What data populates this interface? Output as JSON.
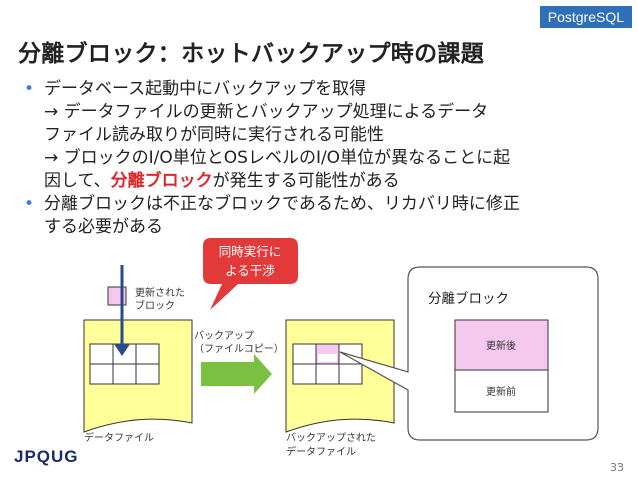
{
  "tag": "PostgreSQL",
  "title": "分離ブロック：ホットバックアップ時の課題",
  "bullets": {
    "b1": {
      "line1": "データベース起動中にバックアップを取得",
      "line2": "→ データファイルの更新とバックアップ処理によるデータ",
      "line3": "ファイル読み取りが同時に実行される可能性",
      "line4": "→ ブロックのI/O単位とOSレベルのI/O単位が異なることに起",
      "line5a": "因して、",
      "line5_red": "分離ブロック",
      "line5b": "が発生する可能性がある"
    },
    "b2": {
      "line1": "分離ブロックは不正なブロックであるため、リカバリ時に修正",
      "line2": "する必要がある"
    }
  },
  "diagram": {
    "callout_line1": "同時実行に",
    "callout_line2": "よる干渉",
    "updated_block_line1": "更新された",
    "updated_block_line2": "ブロック",
    "backup_line1": "バックアップ",
    "backup_line2": "（ファイルコピー）",
    "data_file_label": "データファイル",
    "backup_file_line1": "バックアップされた",
    "backup_file_line2": "データファイル",
    "split_block_title": "分離ブロック",
    "after_label": "更新後",
    "before_label": "更新前"
  },
  "colors": {
    "accent": "#2f6fb7",
    "highlight": "#e0252b",
    "file_fill": "#ffff9a",
    "block_pink": "#f5c8ef",
    "arrow_green": "#7bc043"
  },
  "logo_text": "JPQUG",
  "page_number": "33"
}
